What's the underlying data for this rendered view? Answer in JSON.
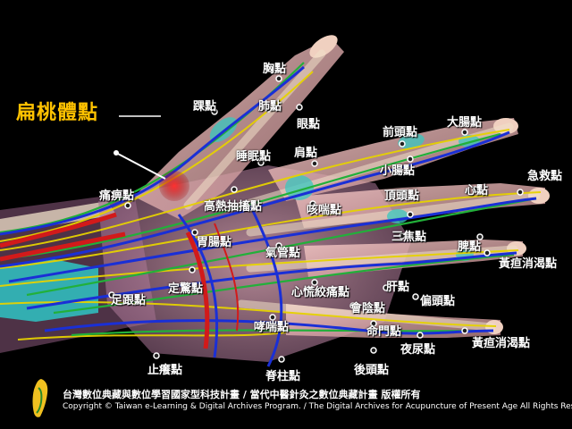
{
  "callout_title": "扁桃體點",
  "points": {
    "xiong": "胸點",
    "huai": "踝點",
    "fei": "肺點",
    "yan": "眼點",
    "qiantou": "前頭點",
    "dachang": "大腸點",
    "shuimian": "睡眠點",
    "jian": "肩點",
    "xiaochang": "小腸點",
    "jijiu": "急救點",
    "tongbi": "痛痹點",
    "gaore": "高熱抽搐點",
    "kechuan": "咳喘點",
    "dingtou": "頂頭點",
    "xin": "心點",
    "weichang": "胃腸點",
    "sanjiao": "三焦點",
    "qiguan": "氣管點",
    "pi": "脾點",
    "huangdan1": "黃疸消渴點",
    "zugen": "足跟點",
    "dingjing": "定驚點",
    "gan": "肝點",
    "xinhuang": "心慌絞痛點",
    "piantou": "偏頭點",
    "huiyin": "會陰點",
    "xiaochuan": "哮喘點",
    "mingmen": "命門點",
    "huangdan2": "黃疸消渴點",
    "yeniao": "夜尿點",
    "zhiyang": "止癢點",
    "jizhu": "脊柱點",
    "houtou": "後頭點"
  },
  "footer": {
    "line1": "台灣數位典藏與數位學習國家型科技計畫 / 當代中醫針灸之數位典藏計畫 版權所有",
    "line2": "Copyright © Taiwan e-Learning & Digital Archives Program. / The Digital Archives for Acupuncture of Present Age All Rights Reserved."
  },
  "colors": {
    "callout": "#ffc200",
    "skin": "#e8b4b8",
    "nerve_yellow": "#e6d200",
    "vein_blue": "#1a2fd6",
    "artery_red": "#d21a1a",
    "green_vessel": "#22b03a",
    "bone": "#f0e0c8",
    "tendon_cyan": "#39c8c0"
  }
}
